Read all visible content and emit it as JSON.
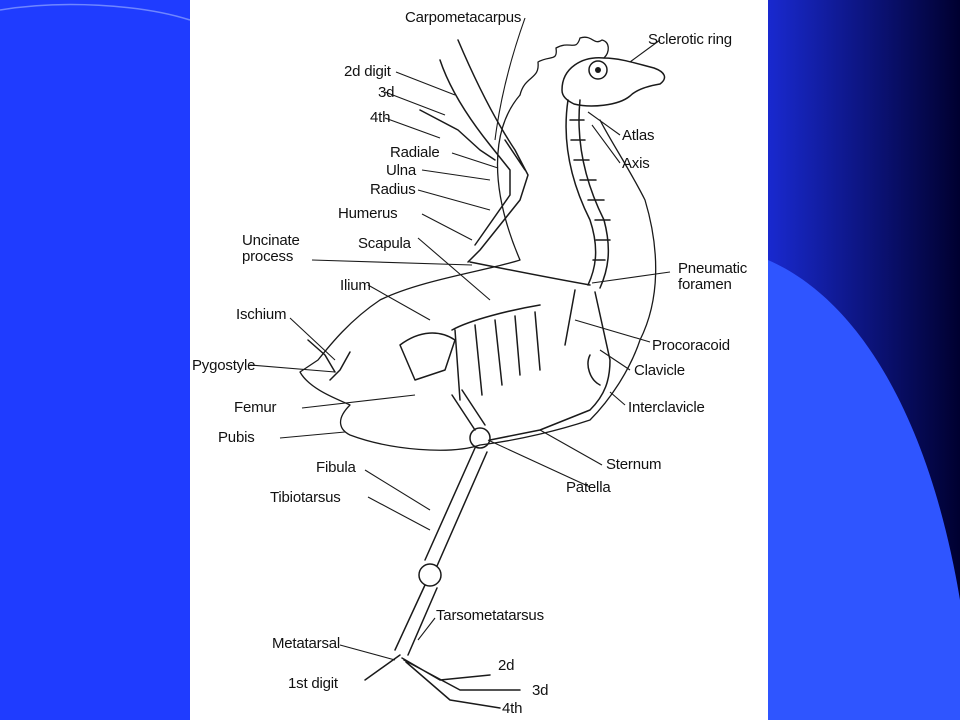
{
  "colors": {
    "slide_blue": "#1f3cff",
    "slide_navy": "#000044",
    "panel_white": "#ffffff",
    "ink": "#111111"
  },
  "labels": {
    "carpometacarpus": "Carpometacarpus",
    "sclerotic_ring": "Sclerotic ring",
    "digit_2d_wing": "2d digit",
    "digit_3d_wing": "3d",
    "digit_4th_wing": "4th",
    "atlas": "Atlas",
    "axis": "Axis",
    "radiale": "Radiale",
    "ulna": "Ulna",
    "radius": "Radius",
    "humerus": "Humerus",
    "scapula": "Scapula",
    "uncinate_process": "Uncinate\nprocess",
    "pneumatic_foramen": "Pneumatic\nforamen",
    "ilium": "Ilium",
    "ischium": "Ischium",
    "procoracoid": "Procoracoid",
    "pygostyle": "Pygostyle",
    "clavicle": "Clavicle",
    "interclavicle": "Interclavicle",
    "femur": "Femur",
    "pubis": "Pubis",
    "sternum": "Sternum",
    "fibula": "Fibula",
    "patella": "Patella",
    "tibiotarsus": "Tibiotarsus",
    "tarsometatarsus": "Tarsometatarsus",
    "metatarsal": "Metatarsal",
    "digit_2d_foot": "2d",
    "digit_1st_foot": "1st digit",
    "digit_3d_foot": "3d",
    "digit_4th_foot": "4th"
  }
}
